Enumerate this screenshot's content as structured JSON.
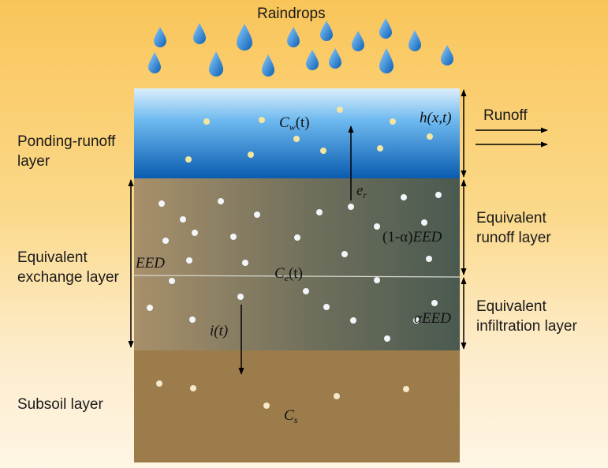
{
  "labels": {
    "raindrops": "Raindrops",
    "runoff": "Runoff",
    "ponding_runoff_layer": [
      "Ponding-runoff",
      "layer"
    ],
    "equivalent_exchange_layer": [
      "Equivalent",
      "exchange layer"
    ],
    "subsoil_layer": "Subsoil layer",
    "equivalent_runoff_layer": [
      "Equivalent",
      "runoff layer"
    ],
    "equivalent_infiltration_layer": [
      "Equivalent",
      "infiltration layer"
    ]
  },
  "symbols": {
    "cw_base": "C",
    "cw_sub": "w",
    "cw_arg": "(t)",
    "ce_base": "C",
    "ce_sub": "e",
    "ce_arg": "(t)",
    "cs_base": "C",
    "cs_sub": "s",
    "er_base": "e",
    "er_sub": "r",
    "h": "h(x,t)",
    "it": "i(t)",
    "eed": "EED",
    "one_minus_alpha": "(1-α)",
    "alpha": "α"
  },
  "colors": {
    "water_top": "#dceefa",
    "water_mid": "#4aa8e8",
    "water_bottom": "#0a5cb0",
    "exchange_light": "#a8906a",
    "exchange_dark": "#4a5a50",
    "subsoil": "#9c7c4a",
    "raindrop": "#1e7fd0",
    "arrow": "#000000"
  }
}
